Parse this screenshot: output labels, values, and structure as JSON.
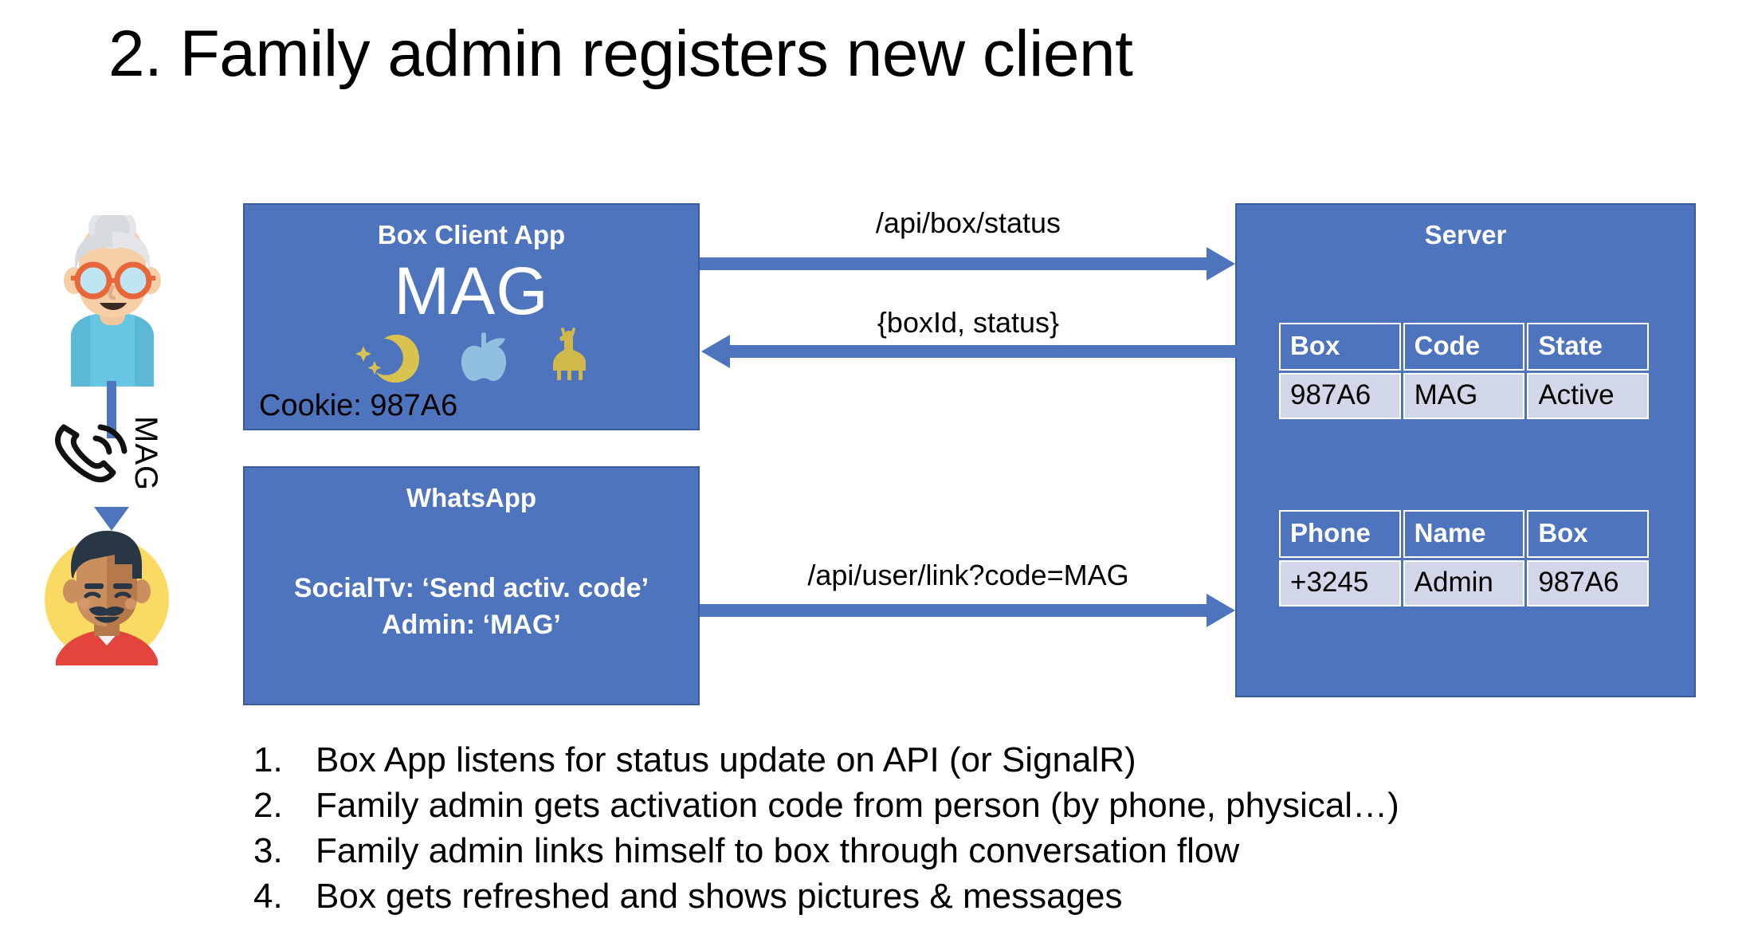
{
  "slide": {
    "title": "2. Family admin registers new client",
    "accent_blue": "#4F74BE",
    "table_row_bg": "#D2D6E9",
    "border_blue": "#3A5C9E"
  },
  "boxes": {
    "box_client_app": {
      "title": "Box Client App",
      "code_display": "MAG",
      "icons": [
        "crescent-moon-icon",
        "apple-icon",
        "giraffe-icon"
      ],
      "cookie": "Cookie: 987A6"
    },
    "whatsapp": {
      "title": "WhatsApp",
      "message_1": "SocialTv: ‘Send activ. code’",
      "message_2": "Admin: ‘MAG’"
    },
    "server": {
      "title": "Server"
    }
  },
  "tables": {
    "box_table": {
      "headers": [
        "Box",
        "Code",
        "State"
      ],
      "rows": [
        [
          "987A6",
          "MAG",
          "Active"
        ]
      ]
    },
    "user_table": {
      "headers": [
        "Phone",
        "Name",
        "Box"
      ],
      "rows": [
        [
          "+3245",
          "Admin",
          "987A6"
        ]
      ]
    }
  },
  "arrows": {
    "request_status": "/api/box/status",
    "response_status": "{boxId, status}",
    "link_user": "/api/user/link?code=MAG"
  },
  "people": {
    "caller_label": "MAG",
    "elderly_woman": "elderly-woman-avatar",
    "family_admin": "family-admin-avatar",
    "phone_call": "phone-call-icon"
  },
  "steps": [
    {
      "num": "1.",
      "text": "Box App listens for status update on API (or SignalR)"
    },
    {
      "num": "2.",
      "text": "Family admin gets activation code from person (by phone, physical…)"
    },
    {
      "num": "3.",
      "text": "Family admin links himself to box through conversation flow"
    },
    {
      "num": "4.",
      "text": "Box gets refreshed and shows pictures & messages"
    }
  ]
}
